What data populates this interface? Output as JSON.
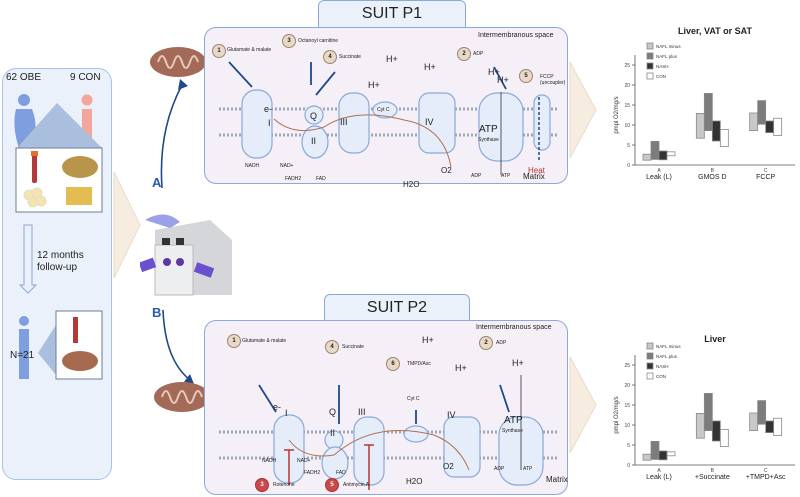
{
  "cohort": {
    "obe_label": "62 OBE",
    "con_label": "9 CON",
    "followup_label": "12 months follow-up",
    "n_label": "N=21"
  },
  "paths": {
    "a": "A",
    "b": "B"
  },
  "p1": {
    "title": "SUIT P1",
    "space": "Intermembranous space",
    "matrix": "Matrix",
    "subs": [
      {
        "n": "1",
        "label": "Glutamate & malate"
      },
      {
        "n": "3",
        "label": "Octanoyl carnitine"
      },
      {
        "n": "4",
        "label": "Succinate"
      },
      {
        "n": "2",
        "label": "ADP"
      },
      {
        "n": "5",
        "label": "FCCP (uncoupler)"
      }
    ],
    "complexes": [
      "I",
      "Q",
      "II",
      "III",
      "Cyt C",
      "IV",
      "ATP",
      "Synthase"
    ],
    "e": "e-",
    "hplus": "H+",
    "nadh": "NADH",
    "nad": "NAD+",
    "fadh2": "FADH2",
    "fad": "FAD",
    "o2": "O2",
    "h2o": "H2O",
    "adp": "ADP",
    "atp": "ATP",
    "heat": "Heat"
  },
  "p2": {
    "title": "SUIT P2",
    "space": "Intermembranous space",
    "matrix": "Matrix",
    "subs": [
      {
        "n": "1",
        "label": "Glutamate & malate"
      },
      {
        "n": "4",
        "label": "Succinate"
      },
      {
        "n": "6",
        "label": "TMPD/Asc"
      },
      {
        "n": "2",
        "label": "ADP"
      },
      {
        "n": "3",
        "label": "Rotenone"
      },
      {
        "n": "5",
        "label": "Antimycin A"
      }
    ],
    "complexes": [
      "I",
      "Q",
      "II",
      "III",
      "Cyt C",
      "IV",
      "ATP",
      "Synthase"
    ],
    "e": "e-",
    "hplus": "H+",
    "nadh": "NADH",
    "nad": "NAD+",
    "fadh2": "FADH2",
    "fad": "FAD",
    "o2": "O2",
    "h2o": "H2O",
    "adp": "ADP",
    "atp": "ATP"
  },
  "chart_data": [
    {
      "type": "bar",
      "subtype": "floating-range",
      "title": "Liver, VAT or SAT",
      "ylabel": "pmpl O2/mg/s",
      "ylim": [
        0,
        25
      ],
      "yticks": [
        "0",
        "5",
        "10",
        "15",
        "20",
        "25"
      ],
      "categories": [
        "Leak (L)",
        "GMOS D",
        "FCCP"
      ],
      "category_marks": [
        "A",
        "B",
        "C"
      ],
      "legend": "top-left",
      "series": [
        {
          "name": "NAFL minus",
          "color": "#c8c8c8",
          "ranges": [
            [
              1.2,
              2.7
            ],
            [
              6.7,
              12.9
            ],
            [
              8.6,
              13.0
            ]
          ]
        },
        {
          "name": "NAFL plus",
          "color": "#7c7c7c",
          "ranges": [
            [
              1.4,
              5.9
            ],
            [
              8.6,
              17.9
            ],
            [
              10.2,
              16.1
            ]
          ]
        },
        {
          "name": "NASH",
          "color": "#333333",
          "ranges": [
            [
              1.3,
              3.5
            ],
            [
              6.0,
              11.0
            ],
            [
              8.1,
              11.0
            ]
          ]
        },
        {
          "name": "CON",
          "color": "#ffffff",
          "ranges": [
            [
              2.3,
              3.3
            ],
            [
              4.6,
              8.9
            ],
            [
              7.4,
              11.7
            ]
          ]
        }
      ]
    },
    {
      "type": "bar",
      "subtype": "floating-range",
      "title": "Liver",
      "ylabel": "pmpl O2/mg/s",
      "ylim": [
        0,
        25
      ],
      "yticks": [
        "0",
        "5",
        "10",
        "15",
        "20",
        "25"
      ],
      "categories": [
        "Leak (L)",
        "+Succinate",
        "+TMPD+Asc"
      ],
      "category_marks": [
        "A",
        "B",
        "C"
      ],
      "legend": "top-left",
      "series": [
        {
          "name": "NAFL minus",
          "color": "#c8c8c8",
          "ranges": [
            [
              1.2,
              2.7
            ],
            [
              6.7,
              12.9
            ],
            [
              8.6,
              13.0
            ]
          ]
        },
        {
          "name": "NAFL plus",
          "color": "#7c7c7c",
          "ranges": [
            [
              1.4,
              5.9
            ],
            [
              8.6,
              17.9
            ],
            [
              10.2,
              16.1
            ]
          ]
        },
        {
          "name": "NASH",
          "color": "#333333",
          "ranges": [
            [
              1.3,
              3.5
            ],
            [
              6.0,
              11.0
            ],
            [
              8.1,
              11.0
            ]
          ]
        },
        {
          "name": "CON",
          "color": "#ffffff",
          "ranges": [
            [
              2.3,
              3.3
            ],
            [
              4.6,
              8.9
            ],
            [
              7.4,
              11.7
            ]
          ]
        }
      ]
    }
  ]
}
